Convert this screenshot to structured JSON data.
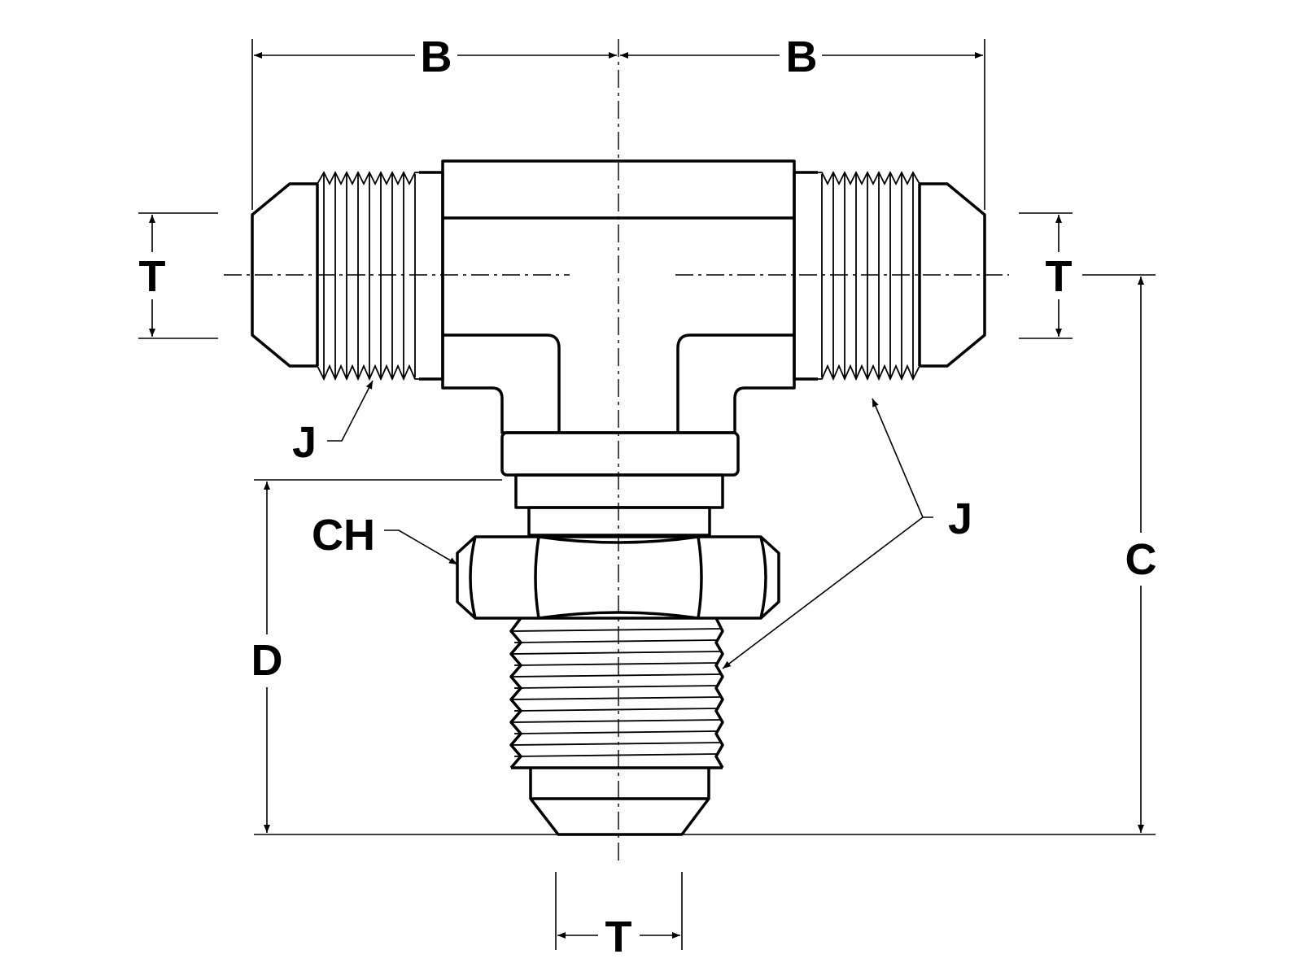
{
  "title": "Bulkhead flare tee fitting dimension drawing",
  "labels": {
    "b_left": "B",
    "b_right": "B",
    "t_left": "T",
    "t_right": "T",
    "t_bottom": "T",
    "j_left": "J",
    "j_right": "J",
    "ch": "CH",
    "d": "D",
    "c": "C"
  }
}
